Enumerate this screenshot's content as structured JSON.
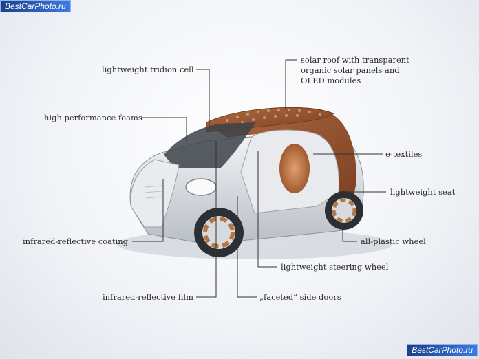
{
  "watermarks": {
    "top": "BestCarPhoto.ru",
    "bottom": "BestCarPhoto.ru"
  },
  "callouts": {
    "tridion": "lightweight tridion cell",
    "solar_roof": [
      "solar roof with transparent",
      "organic solar panels and",
      "OLED modules"
    ],
    "foams": "high performance foams",
    "etextiles": "e-textiles",
    "seat": "lightweight seat",
    "coating": "infrared-reflective coating",
    "wheel": "all-plastic wheel",
    "steering": "lightweight steering wheel",
    "film": "infrared-reflective film",
    "doors": "„faceted“ side doors"
  },
  "colors": {
    "roof": "#9b5a35",
    "body": "#d9dde3",
    "wheel_accent": "#b8743e"
  }
}
